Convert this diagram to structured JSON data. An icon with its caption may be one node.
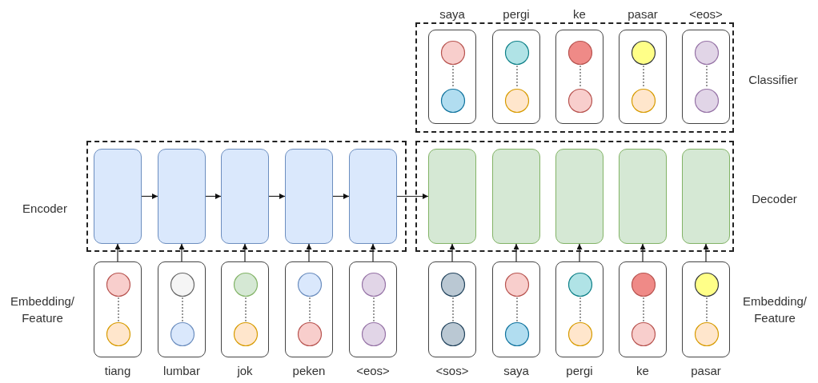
{
  "diagram": {
    "nodes": [
      {
        "text": [
          "Classifier"
        ]
      },
      {
        "text": [
          "saya"
        ],
        "in": 0
      },
      {
        "text": [
          "pergi"
        ],
        "in": 0
      },
      {
        "text": [
          "ke"
        ],
        "in": 0
      },
      {
        "text": [
          "pasar"
        ],
        "in": 0
      },
      {
        "text": [
          "<eos>"
        ],
        "in": 0
      },
      {
        "text": [
          "Encoder"
        ]
      },
      {
        "text": [],
        "shape": "box",
        "in": 6
      },
      {
        "text": [],
        "shape": "box",
        "in": 6
      },
      {
        "text": [],
        "shape": "box",
        "in": 6
      },
      {
        "text": [],
        "shape": "box",
        "in": 6
      },
      {
        "text": [],
        "shape": "box",
        "in": 6
      },
      {
        "text": [
          "Decoder"
        ]
      },
      {
        "text": [],
        "shape": "box",
        "in": 12
      },
      {
        "text": [],
        "shape": "box",
        "in": 12
      },
      {
        "text": [],
        "shape": "box",
        "in": 12
      },
      {
        "text": [],
        "shape": "box",
        "in": 12
      },
      {
        "text": [],
        "shape": "box",
        "in": 12
      },
      {
        "text": [
          "tiang"
        ]
      },
      {
        "text": [
          "lumbar"
        ]
      },
      {
        "text": [
          "jok"
        ]
      },
      {
        "text": [
          "peken"
        ]
      },
      {
        "text": [
          "<eos>"
        ]
      },
      {
        "text": [
          "<sos>"
        ]
      },
      {
        "text": [
          "saya"
        ]
      },
      {
        "text": [
          "pergi"
        ]
      },
      {
        "text": [
          "ke"
        ]
      },
      {
        "text": [
          "pasar"
        ]
      }
    ],
    "edges": [
      {
        "from": 7,
        "to": 8,
        "arrow": "to"
      },
      {
        "from": 8,
        "to": 9,
        "arrow": "to"
      },
      {
        "from": 9,
        "to": 10,
        "arrow": "to"
      },
      {
        "from": 10,
        "to": 11,
        "arrow": "to"
      },
      {
        "from": 11,
        "to": 13,
        "arrow": "to"
      },
      {
        "from": 18,
        "to": 7,
        "arrow": "to"
      },
      {
        "from": 19,
        "to": 8,
        "arrow": "to"
      },
      {
        "from": 20,
        "to": 9,
        "arrow": "to"
      },
      {
        "from": 21,
        "to": 10,
        "arrow": "to"
      },
      {
        "from": 22,
        "to": 11,
        "arrow": "to"
      },
      {
        "from": 23,
        "to": 13,
        "arrow": "to"
      },
      {
        "from": 24,
        "to": 14,
        "arrow": "to"
      },
      {
        "from": 25,
        "to": 15,
        "arrow": "to"
      },
      {
        "from": 26,
        "to": 16,
        "arrow": "to"
      },
      {
        "from": 27,
        "to": 17,
        "arrow": "to"
      }
    ],
    "labels": [
      "Embedding/ Feature",
      "Embedding/ Feature"
    ]
  }
}
